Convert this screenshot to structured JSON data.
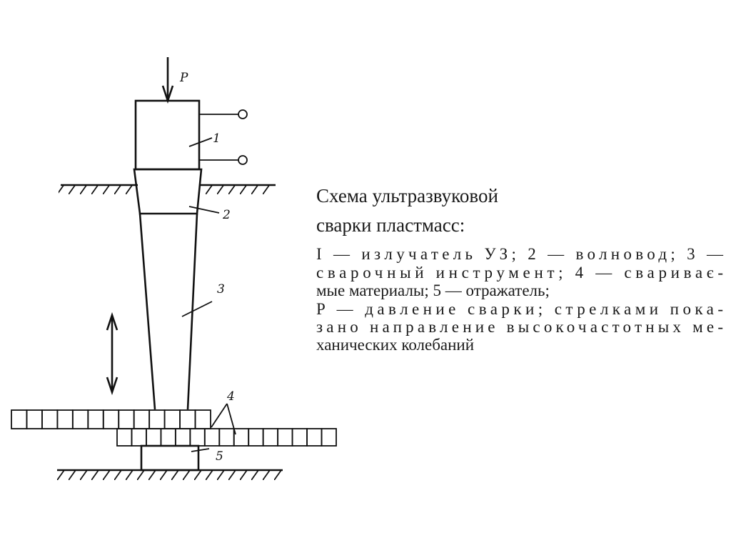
{
  "diagram": {
    "labels": {
      "force": "P",
      "part1": "1",
      "part2": "2",
      "part3": "3",
      "part4": "4",
      "part5": "5"
    },
    "ink_color": "#111111"
  },
  "caption": {
    "title_lines": [
      "Схема   ультразвуковой",
      "сварки пластмасс:"
    ],
    "body_lines": [
      "I — излучатель УЗ; 2 — волновод; 3 —",
      "сварочный инструмент; 4 — свариває-",
      "мые материалы; 5 — отражатель;",
      "P — давление сварки; стрелками пока-",
      "зано направление высокочастотных ме-",
      "ханических колебаний"
    ]
  }
}
